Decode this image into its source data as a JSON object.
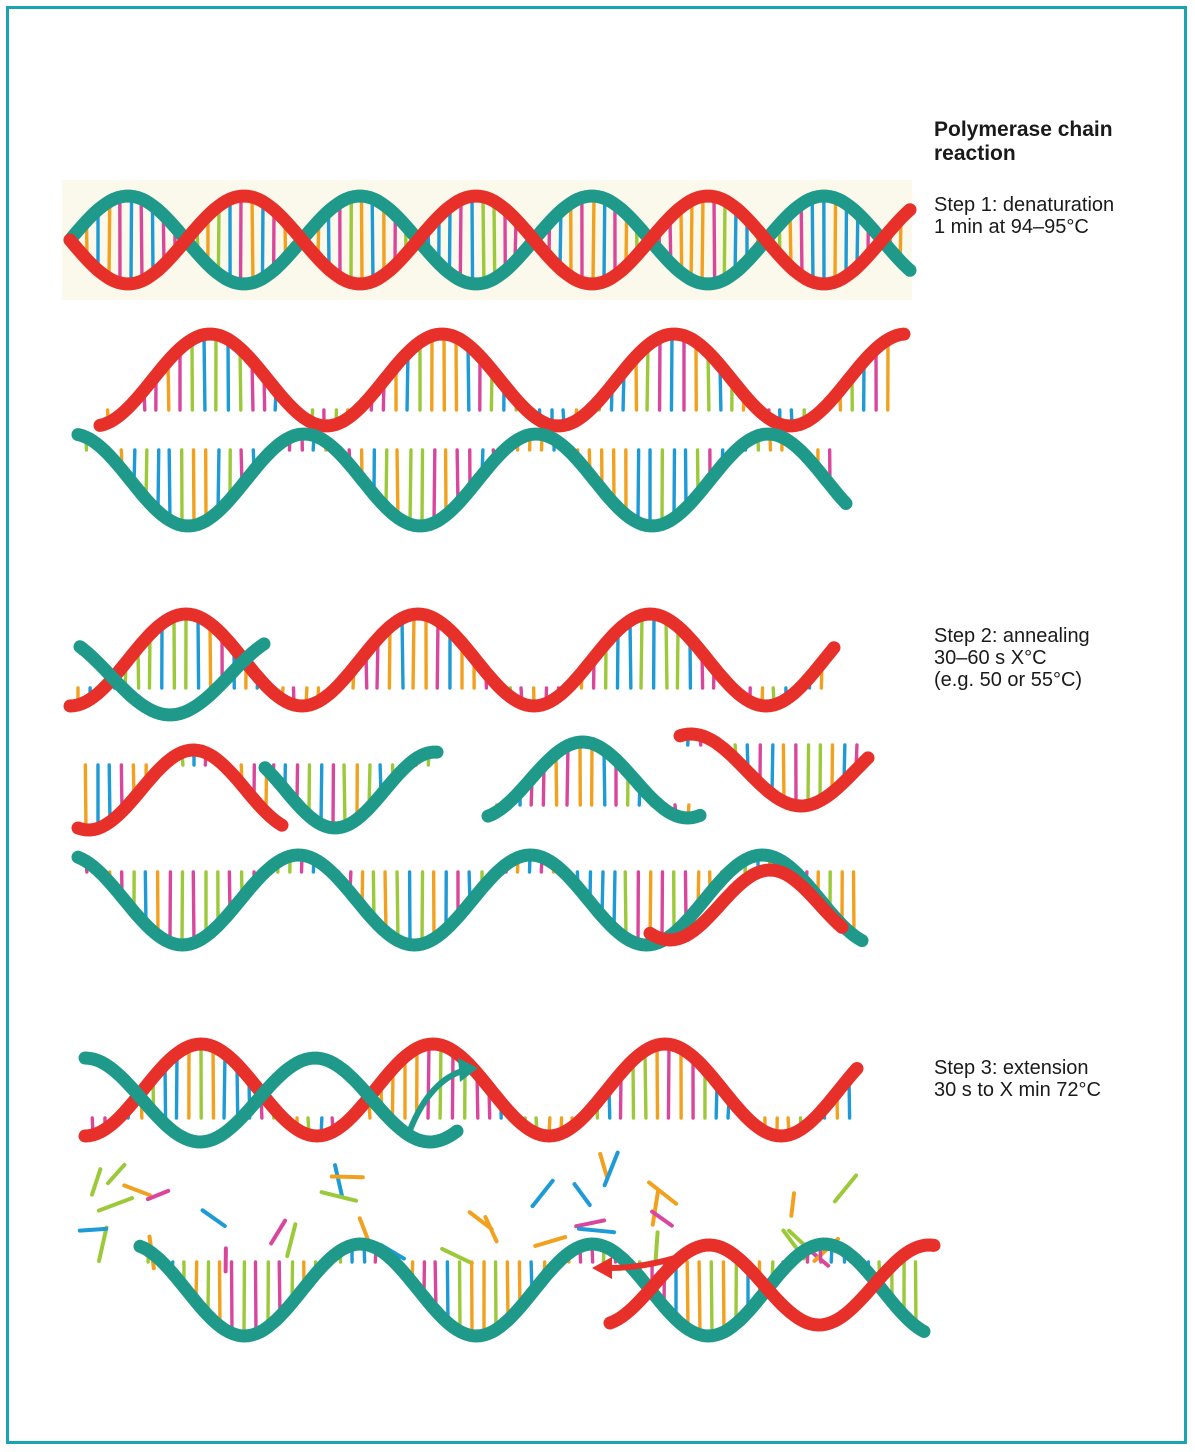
{
  "title": "Polymerase chain reaction",
  "steps": [
    {
      "heading": "Step 1: denaturation",
      "lines": [
        "1 min at 94–95°C"
      ]
    },
    {
      "heading": "Step 2: annealing",
      "lines": [
        "30–60 s X°C",
        "(e.g. 50 or 55°C)"
      ]
    },
    {
      "heading": "Step 3: extension",
      "lines": [
        "30 s to X min 72°C"
      ]
    }
  ],
  "colors": {
    "frame": "#1aa3b0",
    "template_strand": "#e8302a",
    "complement_strand": "#1f9a8a",
    "bases": [
      "#f2a11f",
      "#1e9ad6",
      "#d9479c",
      "#9cc93a"
    ]
  }
}
